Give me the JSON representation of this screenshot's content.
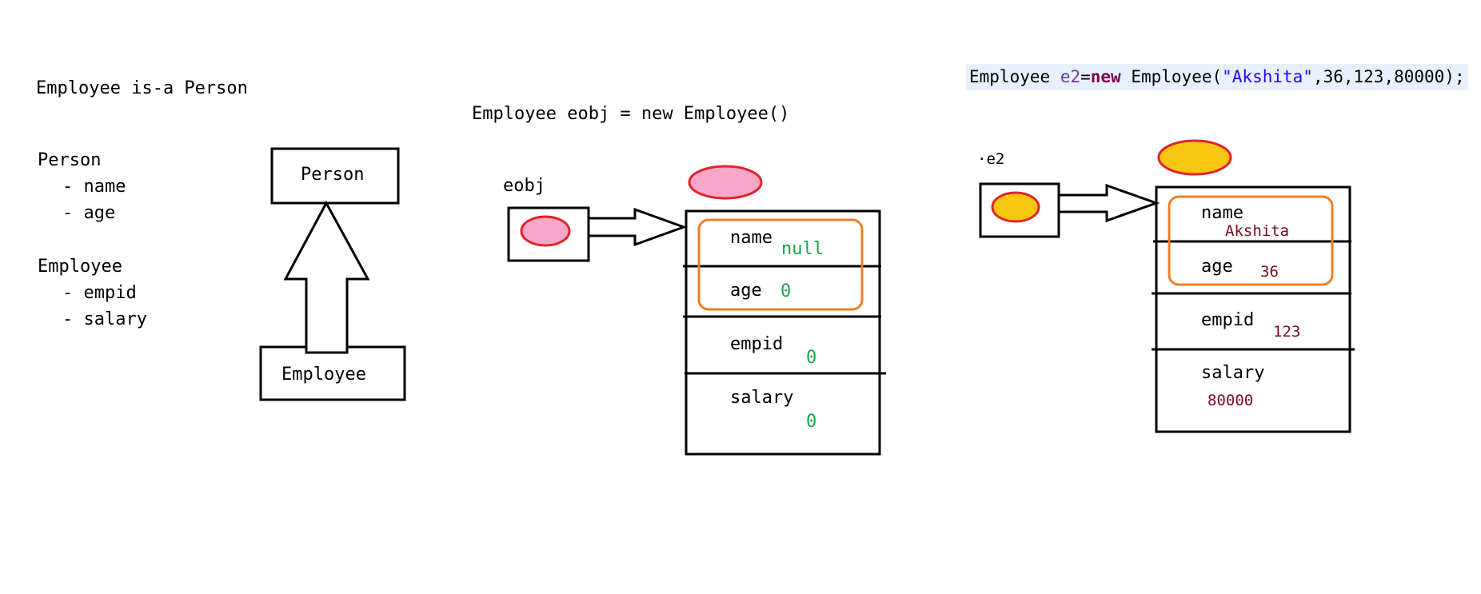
{
  "left": {
    "heading": "Employee is-a Person",
    "person": {
      "title": "Person",
      "fields": [
        "- name",
        "- age"
      ]
    },
    "employee": {
      "title": "Employee",
      "fields": [
        "- empid",
        "- salary"
      ]
    },
    "uml_person_label": "Person",
    "uml_employee_label": "Employee"
  },
  "middle": {
    "statement": "Employee eobj = new Employee()",
    "ref_label": "eobj",
    "fields": {
      "name_label": "name",
      "name_value": "null",
      "age_label": "age",
      "age_value": "0",
      "empid_label": "empid",
      "empid_value": "0",
      "salary_label": "salary",
      "salary_value": "0"
    }
  },
  "right": {
    "code": {
      "type": "Employee",
      "var": "e2",
      "eq": "=",
      "kw": "new",
      "ctor": " Employee(",
      "str_arg": "\"Akshita\"",
      "rest": ",36,123,80000);"
    },
    "ref_label": "e2",
    "fields": {
      "name_label": "name",
      "name_value": "Akshita",
      "age_label": "age",
      "age_value": "36",
      "empid_label": "empid",
      "empid_value": "123",
      "salary_label": "salary",
      "salary_value": "80000"
    }
  },
  "colors": {
    "pink": "#f7a8c8",
    "yellow": "#f9c712",
    "red_outline": "#e0242c",
    "orange": "#f07d2a",
    "value_green": "#1aa54a",
    "value_maroon": "#7a0a1e"
  }
}
